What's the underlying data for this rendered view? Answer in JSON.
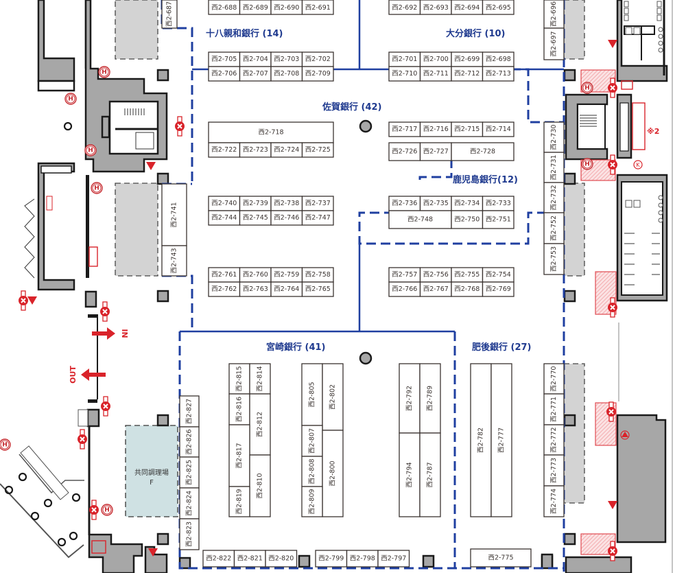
{
  "map": {
    "booth_prefix": "西2-",
    "banks": [
      {
        "id": "juhachi-shinwa",
        "label": "十八親和銀行 (14)"
      },
      {
        "id": "oita",
        "label": "大分銀行 (10)"
      },
      {
        "id": "saga",
        "label": "佐賀銀行 (42)"
      },
      {
        "id": "kagoshima",
        "label": "鹿児島銀行(12)"
      },
      {
        "id": "miyazaki",
        "label": "宮崎銀行 (41)"
      },
      {
        "id": "higo",
        "label": "肥後銀行 (27)"
      }
    ],
    "kitchen": {
      "label": "共同調理場",
      "sub": "F"
    },
    "entrance": {
      "in_label": "IN",
      "out_label": "OUT"
    },
    "note_mark": "※2",
    "booths_horizontal": [
      {
        "n": "688"
      },
      {
        "n": "689"
      },
      {
        "n": "690"
      },
      {
        "n": "691"
      },
      {
        "n": "692"
      },
      {
        "n": "693"
      },
      {
        "n": "694"
      },
      {
        "n": "695"
      },
      {
        "n": "705"
      },
      {
        "n": "704"
      },
      {
        "n": "703"
      },
      {
        "n": "702"
      },
      {
        "n": "706"
      },
      {
        "n": "707"
      },
      {
        "n": "708"
      },
      {
        "n": "709"
      },
      {
        "n": "701"
      },
      {
        "n": "700"
      },
      {
        "n": "699"
      },
      {
        "n": "698"
      },
      {
        "n": "710"
      },
      {
        "n": "711"
      },
      {
        "n": "712"
      },
      {
        "n": "713"
      },
      {
        "n": "718"
      },
      {
        "n": "722"
      },
      {
        "n": "723"
      },
      {
        "n": "724"
      },
      {
        "n": "725"
      },
      {
        "n": "717"
      },
      {
        "n": "716"
      },
      {
        "n": "715"
      },
      {
        "n": "714"
      },
      {
        "n": "726"
      },
      {
        "n": "727"
      },
      {
        "n": "728"
      },
      {
        "n": "740"
      },
      {
        "n": "739"
      },
      {
        "n": "738"
      },
      {
        "n": "737"
      },
      {
        "n": "744"
      },
      {
        "n": "745"
      },
      {
        "n": "746"
      },
      {
        "n": "747"
      },
      {
        "n": "736"
      },
      {
        "n": "735"
      },
      {
        "n": "734"
      },
      {
        "n": "733"
      },
      {
        "n": "748"
      },
      {
        "n": "750"
      },
      {
        "n": "751"
      },
      {
        "n": "761"
      },
      {
        "n": "760"
      },
      {
        "n": "759"
      },
      {
        "n": "758"
      },
      {
        "n": "762"
      },
      {
        "n": "763"
      },
      {
        "n": "764"
      },
      {
        "n": "765"
      },
      {
        "n": "757"
      },
      {
        "n": "756"
      },
      {
        "n": "755"
      },
      {
        "n": "754"
      },
      {
        "n": "766"
      },
      {
        "n": "767"
      },
      {
        "n": "768"
      },
      {
        "n": "769"
      },
      {
        "n": "822"
      },
      {
        "n": "821"
      },
      {
        "n": "820"
      },
      {
        "n": "799"
      },
      {
        "n": "798"
      },
      {
        "n": "797"
      },
      {
        "n": "775"
      }
    ],
    "booths_vertical": [
      {
        "n": "687"
      },
      {
        "n": "696"
      },
      {
        "n": "697"
      },
      {
        "n": "730"
      },
      {
        "n": "731"
      },
      {
        "n": "732"
      },
      {
        "n": "752"
      },
      {
        "n": "753"
      },
      {
        "n": "741"
      },
      {
        "n": "743"
      },
      {
        "n": "815"
      },
      {
        "n": "814"
      },
      {
        "n": "816"
      },
      {
        "n": "812"
      },
      {
        "n": "817"
      },
      {
        "n": "810"
      },
      {
        "n": "819"
      },
      {
        "n": "805"
      },
      {
        "n": "802"
      },
      {
        "n": "807"
      },
      {
        "n": "808"
      },
      {
        "n": "800"
      },
      {
        "n": "809"
      },
      {
        "n": "792"
      },
      {
        "n": "789"
      },
      {
        "n": "794"
      },
      {
        "n": "787"
      },
      {
        "n": "782"
      },
      {
        "n": "777"
      },
      {
        "n": "770"
      },
      {
        "n": "771"
      },
      {
        "n": "772"
      },
      {
        "n": "773"
      },
      {
        "n": "774"
      },
      {
        "n": "827"
      },
      {
        "n": "826"
      },
      {
        "n": "825"
      },
      {
        "n": "824"
      },
      {
        "n": "823"
      }
    ],
    "icons": [
      "hydrant-icon",
      "fire-extinguisher-icon",
      "evacuation-triangle-icon",
      "fire-alarm-icon",
      "elevator-icon",
      "staircase-icon",
      "restroom-icon",
      "pillar-icon"
    ]
  }
}
